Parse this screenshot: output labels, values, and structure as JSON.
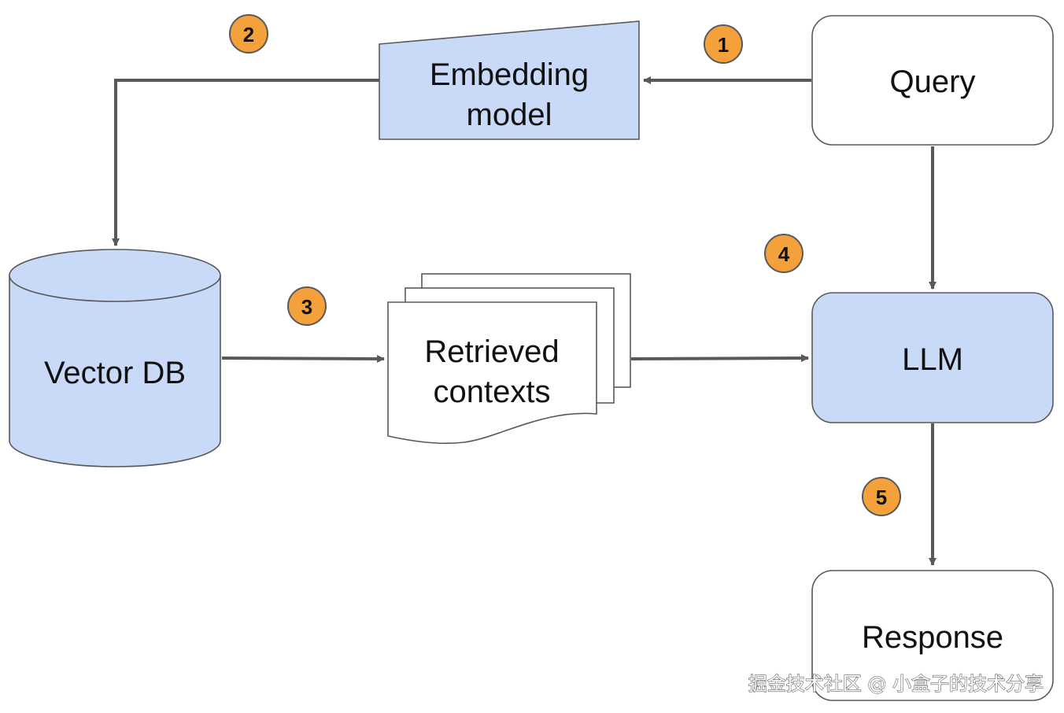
{
  "nodes": {
    "query": {
      "label": "Query"
    },
    "embedding_model": {
      "line1": "Embedding",
      "line2": "model"
    },
    "vector_db": {
      "label": "Vector DB"
    },
    "retrieved_contexts": {
      "line1": "Retrieved",
      "line2": "contexts"
    },
    "llm": {
      "label": "LLM"
    },
    "response": {
      "label": "Response"
    }
  },
  "steps": [
    "1",
    "2",
    "3",
    "4",
    "5"
  ],
  "watermark": "掘金技术社区 @ 小盒子的技术分享",
  "colors": {
    "node_fill_blue": "#c9daf8",
    "node_fill_white": "#ffffff",
    "node_stroke": "#595959",
    "arrow": "#595959",
    "badge_fill": "#f4a13c",
    "badge_stroke": "#595959"
  }
}
